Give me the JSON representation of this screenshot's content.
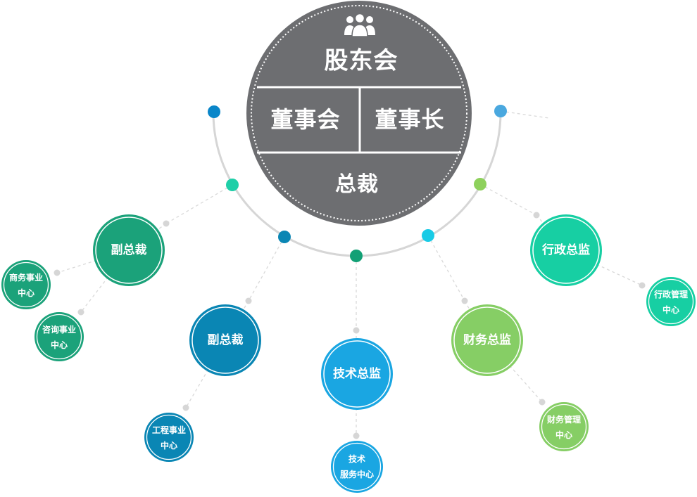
{
  "top": {
    "shareholders": "股东会",
    "board": "董事会",
    "chairman": "董事长",
    "president": "总裁",
    "icon": "people-group-icon",
    "color": "#6d6e71"
  },
  "nodes": {
    "vp1": {
      "label": "副总裁",
      "color": "#1ba27a"
    },
    "vp2": {
      "label": "副总裁",
      "color": "#0a86b4"
    },
    "cto": {
      "label": "技术总监",
      "color": "#1aa6e2"
    },
    "cfo": {
      "label": "财务总监",
      "color": "#86ce65"
    },
    "cao": {
      "label": "行政总监",
      "color": "#17cfa3"
    }
  },
  "centers": {
    "commerce": {
      "line1": "商务事业",
      "line2": "中心"
    },
    "consult": {
      "line1": "咨询事业",
      "line2": "中心"
    },
    "engineering": {
      "line1": "工程事业",
      "line2": "中心"
    },
    "tech_service": {
      "line1": "技术",
      "line2": "服务中心"
    },
    "finance_mgmt": {
      "line1": "财务管理",
      "line2": "中心"
    },
    "admin_mgmt": {
      "line1": "行政管理",
      "line2": "中心"
    }
  },
  "arc_dot_colors": [
    "#0a86c9",
    "#1fcfa8",
    "#0a86b4",
    "#12a075",
    "#19cbe6",
    "#8ed15c",
    "#4aa8df"
  ]
}
